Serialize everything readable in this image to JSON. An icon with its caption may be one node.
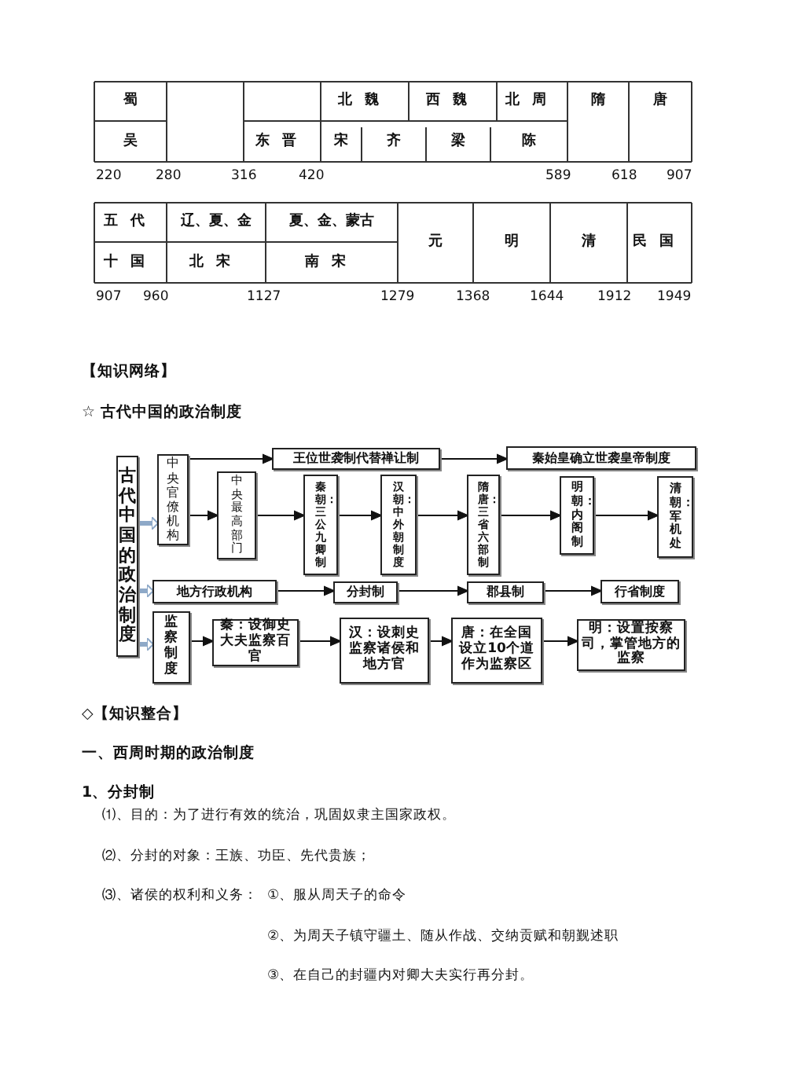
{
  "diagram": {
    "nodes": [
      {
        "text": [
          "古代中国的政治制度"
        ]
      },
      {
        "text": [
          "中央官僚机构"
        ]
      },
      {
        "text": [
          "王位世袭制代替禅让制"
        ]
      },
      {
        "text": [
          "秦始皇确立世袭皇帝制度"
        ]
      },
      {
        "text": [
          "中央最高部门"
        ]
      },
      {
        "text": [
          "秦朝：三公九卿制"
        ]
      },
      {
        "text": [
          "汉朝：中外朝制度"
        ]
      },
      {
        "text": [
          "隋唐：三省六部制"
        ]
      },
      {
        "text": [
          "明朝：内阁制"
        ]
      },
      {
        "text": [
          "清朝：军机处"
        ]
      },
      {
        "text": [
          "地方行政机构"
        ]
      },
      {
        "text": [
          "分封制"
        ]
      },
      {
        "text": [
          "郡县制"
        ]
      },
      {
        "text": [
          "行省制度"
        ]
      },
      {
        "text": [
          "监察制度"
        ]
      },
      {
        "text": [
          "秦：设御史大夫监察百官"
        ]
      },
      {
        "text": [
          "汉：设刺史监察诸侯和地方官"
        ]
      },
      {
        "text": [
          "唐：在全国设立10个道作为监察区"
        ]
      },
      {
        "text": [
          "明：设置按察司，掌管地方的监察"
        ]
      }
    ],
    "edges": [
      {
        "from": 0,
        "to": 1,
        "arrow": "to",
        "style": "thick",
        "color": "#8ea9c8"
      },
      {
        "from": 0,
        "to": 10,
        "arrow": "to",
        "style": "thick",
        "color": "#8ea9c8"
      },
      {
        "from": 0,
        "to": 14,
        "arrow": "to",
        "style": "thick",
        "color": "#8ea9c8"
      },
      {
        "from": 1,
        "to": 2,
        "arrow": "to"
      },
      {
        "from": 2,
        "to": 3,
        "arrow": "to"
      },
      {
        "from": 1,
        "to": 4,
        "arrow": "to"
      },
      {
        "from": 4,
        "to": 5,
        "arrow": "to"
      },
      {
        "from": 5,
        "to": 6,
        "arrow": "to"
      },
      {
        "from": 6,
        "to": 7,
        "arrow": "to"
      },
      {
        "from": 7,
        "to": 8,
        "arrow": "to"
      },
      {
        "from": 8,
        "to": 9,
        "arrow": "to"
      },
      {
        "from": 10,
        "to": 11,
        "arrow": "to"
      },
      {
        "from": 11,
        "to": 12,
        "arrow": "to"
      },
      {
        "from": 12,
        "to": 13,
        "arrow": "to"
      },
      {
        "from": 14,
        "to": 15,
        "arrow": "to"
      },
      {
        "from": 15,
        "to": 16,
        "arrow": "to"
      },
      {
        "from": 16,
        "to": 17,
        "arrow": "to"
      },
      {
        "from": 17,
        "to": 18,
        "arrow": "to"
      }
    ],
    "labels": [
      "蜀",
      "北魏",
      "西魏",
      "北周",
      "隋",
      "唐",
      "吴",
      "东晋",
      "宋",
      "齐",
      "梁",
      "陈",
      "220",
      "280",
      "316",
      "420",
      "589",
      "618",
      "907",
      "五代",
      "辽、夏、金",
      "夏、金、蒙古",
      "元",
      "明",
      "清",
      "民国",
      "十国",
      "北宋",
      "南宋",
      "907",
      "960",
      "1127",
      "1279",
      "1368",
      "1644",
      "1912",
      "1949",
      "【知识网络】",
      "☆ 古代中国的政治制度",
      "◇【知识整合】",
      "一、西周时期的政治制度",
      "1、分封制",
      "⑴、目的：为了进行有效的统治，巩固奴隶主国家政权。",
      "⑵、分封的对象：王族、功臣、先代贵族；",
      "⑶、诸侯的权利和义务：",
      "①、服从周天子的命令",
      "②、为周天子镇守疆土、随从作战、交纳贡赋和朝觐述职",
      "③、在自己的封疆内对卿大夫实行再分封。"
    ]
  }
}
